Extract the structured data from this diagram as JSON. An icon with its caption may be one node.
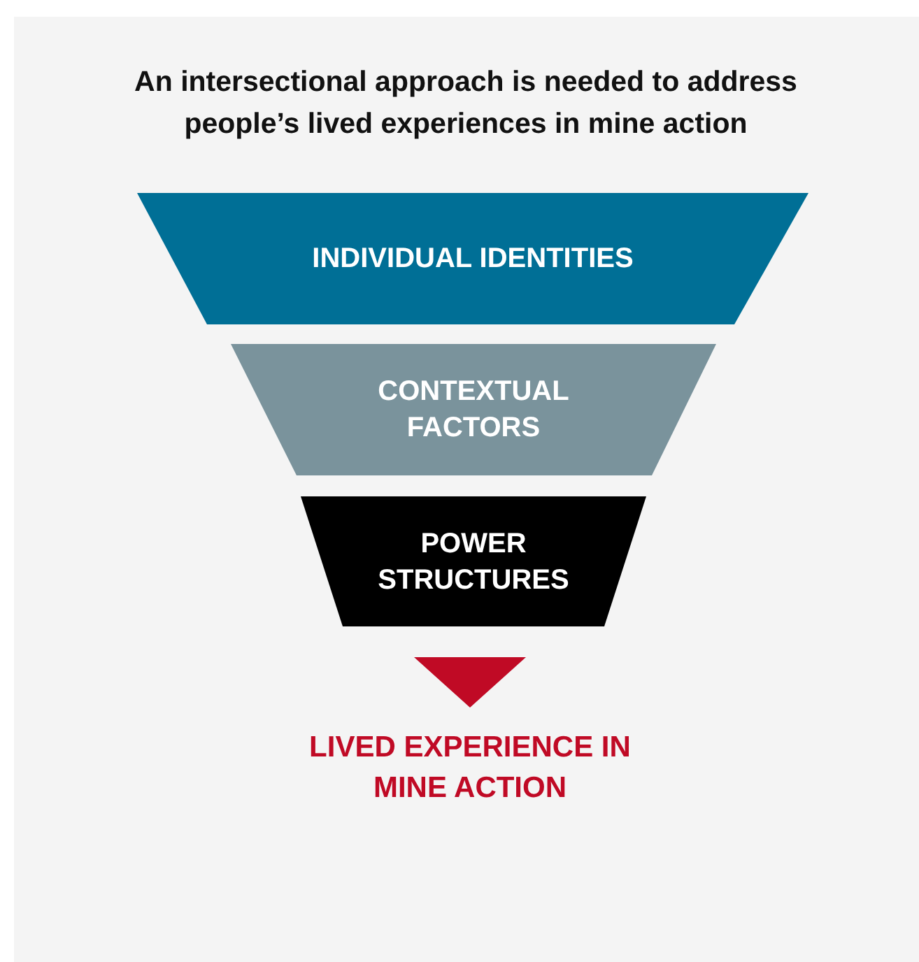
{
  "diagram": {
    "title": "An intersectional approach is needed to address people’s lived experiences in mine action",
    "nodes": [
      {
        "text": [
          "INDIVIDUAL IDENTITIES"
        ]
      },
      {
        "text": [
          "CONTEXTUAL FACTORS"
        ]
      },
      {
        "text": [
          "POWER STRUCTURES"
        ]
      },
      {
        "text": [
          "LIVED EXPERIENCE IN MINE ACTION"
        ]
      }
    ],
    "edges": [
      {
        "from": 2,
        "to": 3,
        "arrow": "to"
      }
    ]
  }
}
